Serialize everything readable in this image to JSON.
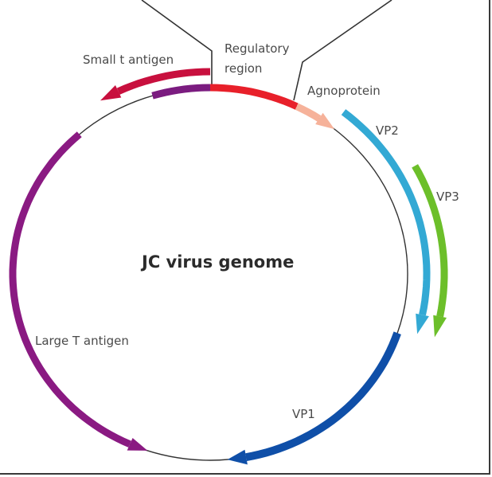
{
  "diagram": {
    "title": "JC virus genome",
    "type": "circular genome map",
    "backbone_color": "#333333",
    "features": [
      {
        "id": "regulatory",
        "label_lines": [
          "Regulatory",
          "region"
        ],
        "color": "#e8202a",
        "arrow": false
      },
      {
        "id": "agnoprotein",
        "label": "Agnoprotein",
        "color": "#f6b29a",
        "arrow": true
      },
      {
        "id": "small-t",
        "label": "Small t antigen",
        "color": "#c8103e",
        "arrow": true
      },
      {
        "id": "large-t-top",
        "label": "",
        "color": "#7b1c80",
        "arrow": false
      },
      {
        "id": "large-t",
        "label": "Large T antigen",
        "color": "#8a1a82",
        "arrow": true
      },
      {
        "id": "vp2",
        "label": "VP2",
        "color": "#33a9d4",
        "arrow": true
      },
      {
        "id": "vp3",
        "label": "VP3",
        "color": "#6cbf2a",
        "arrow": true
      },
      {
        "id": "vp1",
        "label": "VP1",
        "color": "#0f4fa8",
        "arrow": true
      }
    ]
  }
}
